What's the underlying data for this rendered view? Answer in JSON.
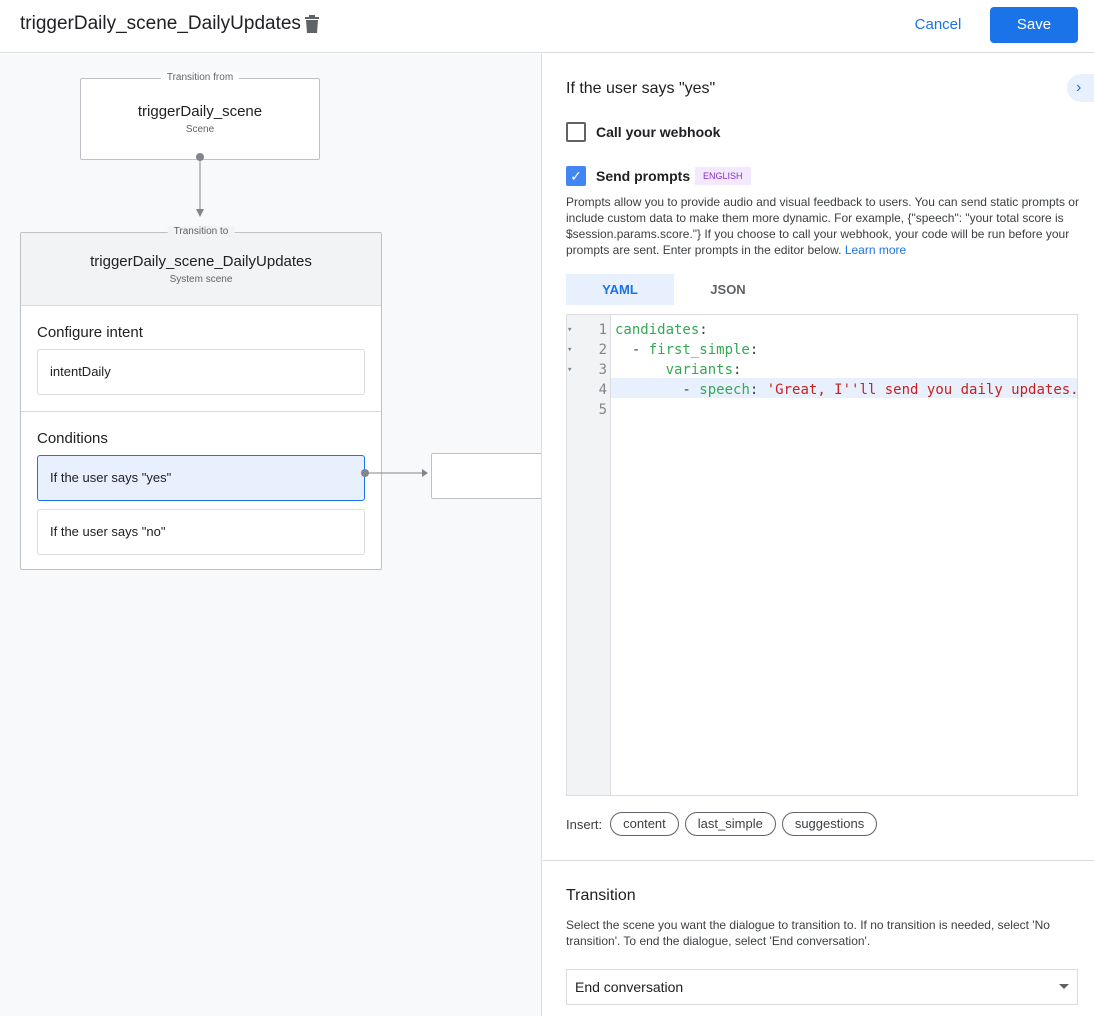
{
  "header": {
    "title": "triggerDaily_scene_DailyUpdates",
    "cancel": "Cancel",
    "save": "Save"
  },
  "canvas": {
    "from": {
      "label": "Transition from",
      "title": "triggerDaily_scene",
      "sub": "Scene"
    },
    "to": {
      "label": "Transition to",
      "title": "triggerDaily_scene_DailyUpdates",
      "sub": "System scene"
    },
    "intent_heading": "Configure intent",
    "intent": "intentDaily",
    "conditions_heading": "Conditions",
    "conditions": [
      "If the user says \"yes\"",
      "If the user says \"no\""
    ]
  },
  "panel": {
    "heading": "If the user says \"yes\"",
    "webhook": "Call your webhook",
    "webhook_checked": false,
    "prompts": "Send prompts",
    "prompts_checked": true,
    "badge": "ENGLISH",
    "desc": "Prompts allow you to provide audio and visual feedback to users. You can send static prompts or include custom data to make them more dynamic. For example, {\"speech\": \"your total score is $session.params.score.\"} If you choose to call your webhook, your code will be run before your prompts are sent. Enter prompts in the editor below. ",
    "learn_more": "Learn more",
    "tabs": [
      "YAML",
      "JSON"
    ],
    "line_numbers": [
      "1",
      "2",
      "3",
      "4",
      "5"
    ],
    "code": [
      {
        "indent": "",
        "key": "candidates",
        "rest": ""
      },
      {
        "indent": "  - ",
        "key": "first_simple",
        "rest": ""
      },
      {
        "indent": "      ",
        "key": "variants",
        "rest": ""
      },
      {
        "indent": "        - ",
        "key": "speech",
        "rest": " 'Great, I''ll send you daily updates."
      },
      {
        "indent": "",
        "key": "",
        "rest": ""
      }
    ],
    "insert_label": "Insert:",
    "chips": [
      "content",
      "last_simple",
      "suggestions"
    ],
    "transition_heading": "Transition",
    "transition_desc": "Select the scene you want the dialogue to transition to. If no transition is needed, select 'No transition'. To end the dialogue, select 'End conversation'.",
    "transition_value": "End conversation"
  }
}
